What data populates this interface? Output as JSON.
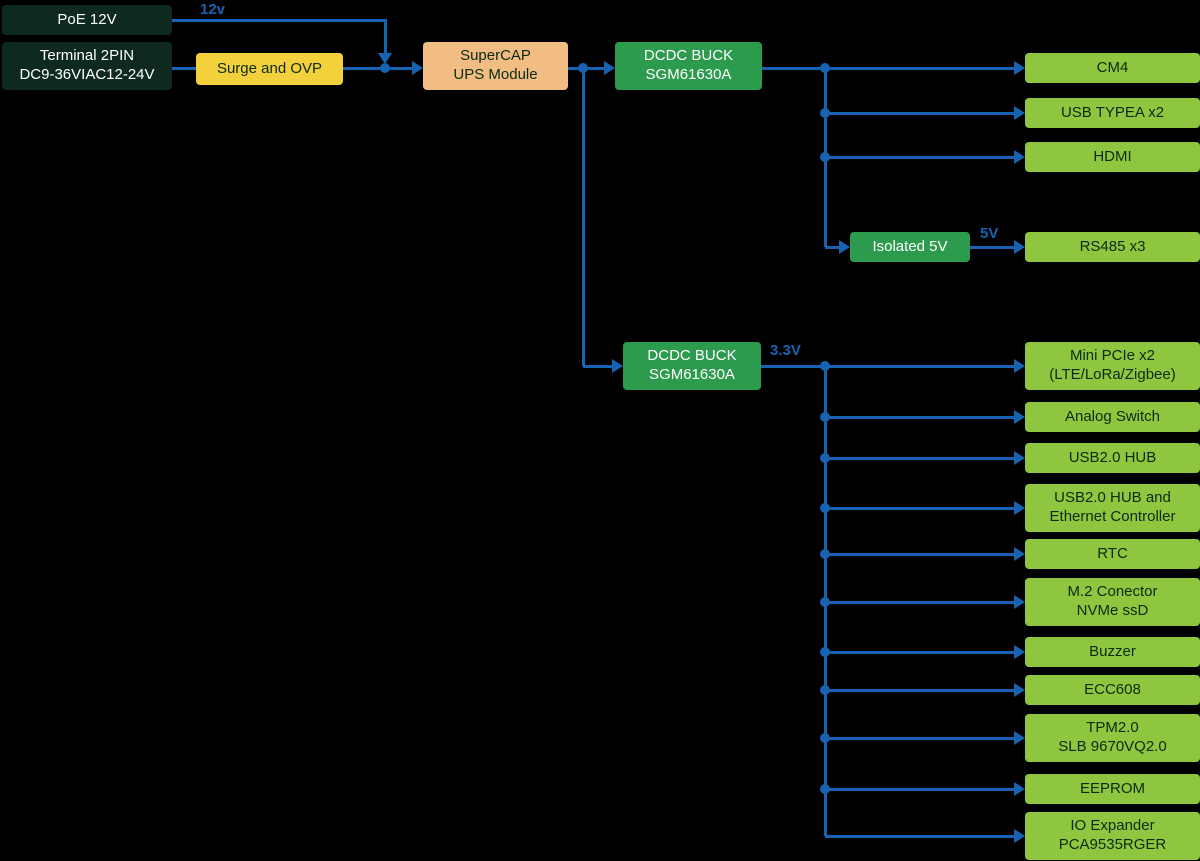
{
  "diagram": {
    "type": "block-diagram",
    "colors": {
      "background": "#000000",
      "connector_blue": "#1763b2",
      "dark_box": "#0e2a20",
      "yellow_box": "#f2d13c",
      "orange_box": "#f2bd82",
      "green_box": "#2d9b4e",
      "light_green_box": "#8ec63f"
    },
    "nodes": {
      "poe": {
        "label": "PoE 12V"
      },
      "terminal": {
        "label": "Terminal 2PIN\nDC9-36VIAC12-24V"
      },
      "surge": {
        "label": "Surge and OVP"
      },
      "supercap": {
        "label": "SuperCAP\nUPS Module"
      },
      "buck1": {
        "label": "DCDC BUCK\nSGM61630A"
      },
      "buck2": {
        "label": "DCDC BUCK\nSGM61630A"
      },
      "isolated5v": {
        "label": "Isolated 5V"
      },
      "cm4": {
        "label": "CM4"
      },
      "usb_typea": {
        "label": "USB TYPEA x2"
      },
      "hdmi": {
        "label": "HDMI"
      },
      "rs485": {
        "label": "RS485 x3"
      },
      "mini_pcie": {
        "label": "Mini PCIe x2\n(LTE/LoRa/Zigbee)"
      },
      "analog_switch": {
        "label": "Analog Switch"
      },
      "usb_hub": {
        "label": "USB2.0 HUB"
      },
      "usb_hub_eth": {
        "label": "USB2.0 HUB and\nEthernet Controller"
      },
      "rtc": {
        "label": "RTC"
      },
      "m2": {
        "label": "M.2 Conector\nNVMe ssD"
      },
      "buzzer": {
        "label": "Buzzer"
      },
      "ecc608": {
        "label": "ECC608"
      },
      "tpm": {
        "label": "TPM2.0\nSLB 9670VQ2.0"
      },
      "eeprom": {
        "label": "EEPROM"
      },
      "io_expander": {
        "label": "IO Expander\nPCA9535RGER"
      }
    },
    "edge_labels": {
      "poe_out": "12v",
      "isolated_out": "5V",
      "buck2_out": "3.3V"
    }
  }
}
